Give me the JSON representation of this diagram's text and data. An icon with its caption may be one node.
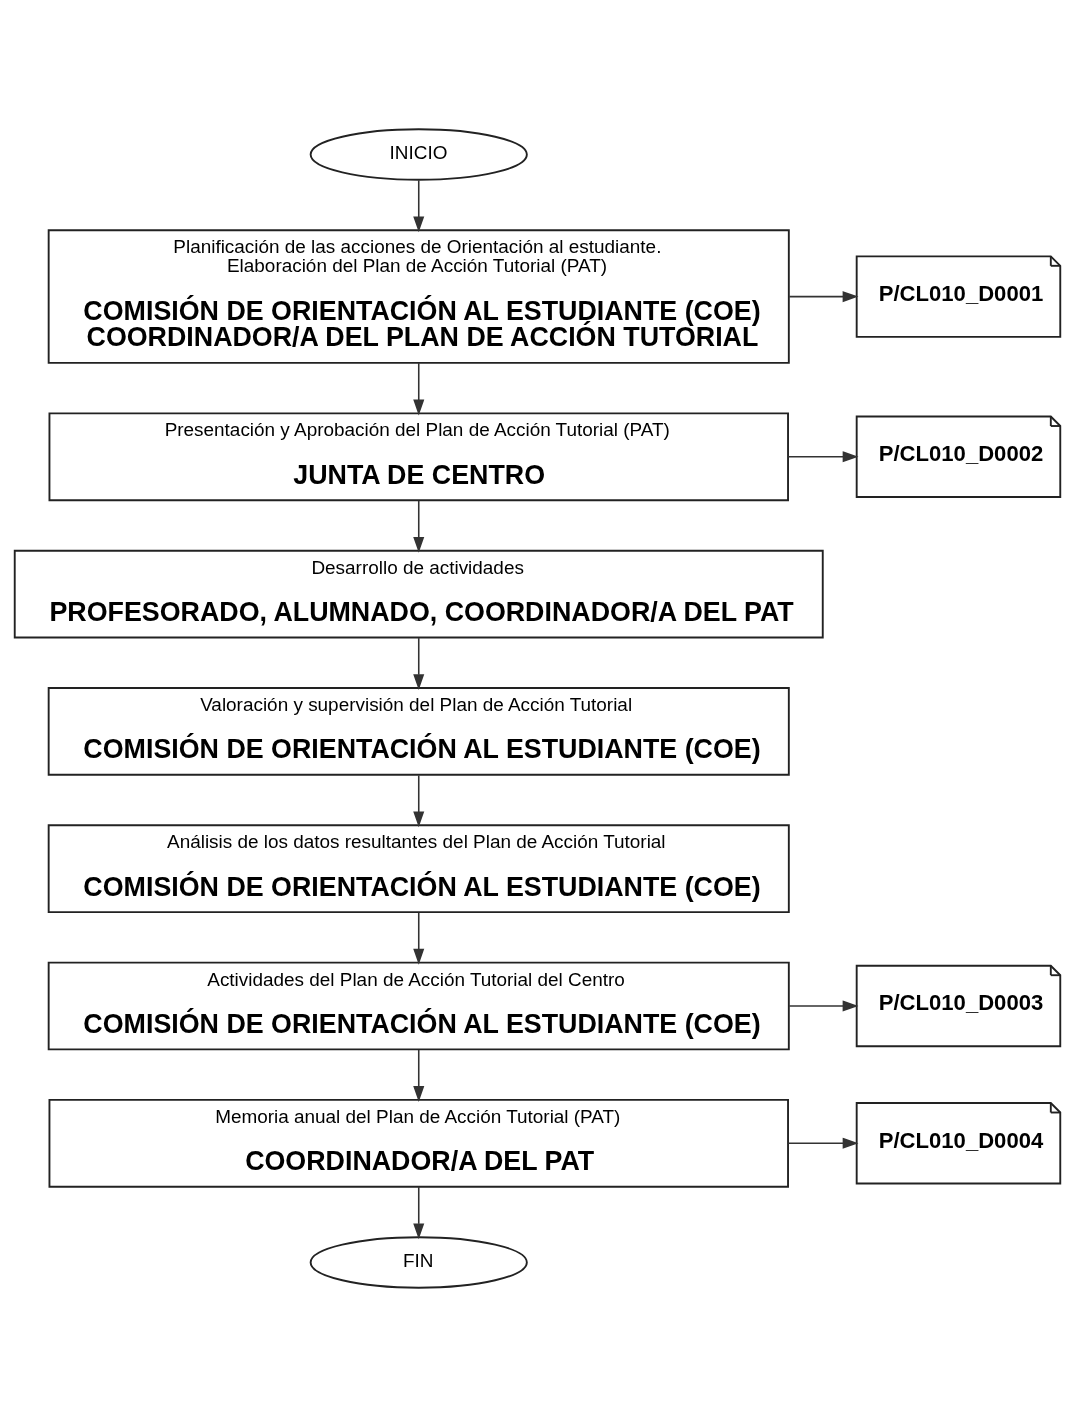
{
  "diagram": {
    "nodes": [
      {
        "text": [
          "INICIO"
        ]
      },
      {
        "text": [
          "Planificación de las acciones de Orientación al estudiante. Elaboración del Plan de Acción Tutorial (PAT)",
          "COMISIÓN DE ORIENTACIÓN AL ESTUDIANTE (COE) COORDINADOR/A DEL PLAN DE ACCIÓN TUTORIAL"
        ]
      },
      {
        "text": [
          "P/CL010_D0001"
        ]
      },
      {
        "text": [
          "Presentación y Aprobación del Plan de Acción Tutorial (PAT)",
          "JUNTA DE CENTRO"
        ]
      },
      {
        "text": [
          "P/CL010_D0002"
        ]
      },
      {
        "text": [
          "Desarrollo de actividades",
          "PROFESORADO, ALUMNADO, COORDINADOR/A DEL PAT"
        ]
      },
      {
        "text": [
          "Valoración y supervisión del Plan de Acción Tutorial",
          "COMISIÓN DE ORIENTACIÓN AL ESTUDIANTE (COE)"
        ]
      },
      {
        "text": [
          "Análisis de los datos resultantes del Plan de Acción Tutorial",
          "COMISIÓN DE ORIENTACIÓN AL ESTUDIANTE (COE)"
        ]
      },
      {
        "text": [
          "Actividades del Plan de Acción Tutorial del Centro",
          "COMISIÓN DE ORIENTACIÓN AL ESTUDIANTE (COE)"
        ]
      },
      {
        "text": [
          "P/CL010_D0003"
        ]
      },
      {
        "text": [
          "Memoria anual del Plan de Acción Tutorial (PAT)",
          "COORDINADOR/A DEL PAT"
        ]
      },
      {
        "text": [
          "P/CL010_D0004"
        ]
      },
      {
        "text": [
          "FIN"
        ]
      }
    ],
    "edges": [
      {
        "from": 0,
        "to": 1,
        "arrow": "to"
      },
      {
        "from": 1,
        "to": 2,
        "arrow": "to"
      },
      {
        "from": 1,
        "to": 3,
        "arrow": "to"
      },
      {
        "from": 3,
        "to": 4,
        "arrow": "to"
      },
      {
        "from": 3,
        "to": 5,
        "arrow": "to"
      },
      {
        "from": 5,
        "to": 6,
        "arrow": "to"
      },
      {
        "from": 6,
        "to": 7,
        "arrow": "to"
      },
      {
        "from": 7,
        "to": 8,
        "arrow": "to"
      },
      {
        "from": 8,
        "to": 9,
        "arrow": "to"
      },
      {
        "from": 8,
        "to": 10,
        "arrow": "to"
      },
      {
        "from": 10,
        "to": 11,
        "arrow": "to"
      },
      {
        "from": 10,
        "to": 12,
        "arrow": "to"
      }
    ]
  }
}
